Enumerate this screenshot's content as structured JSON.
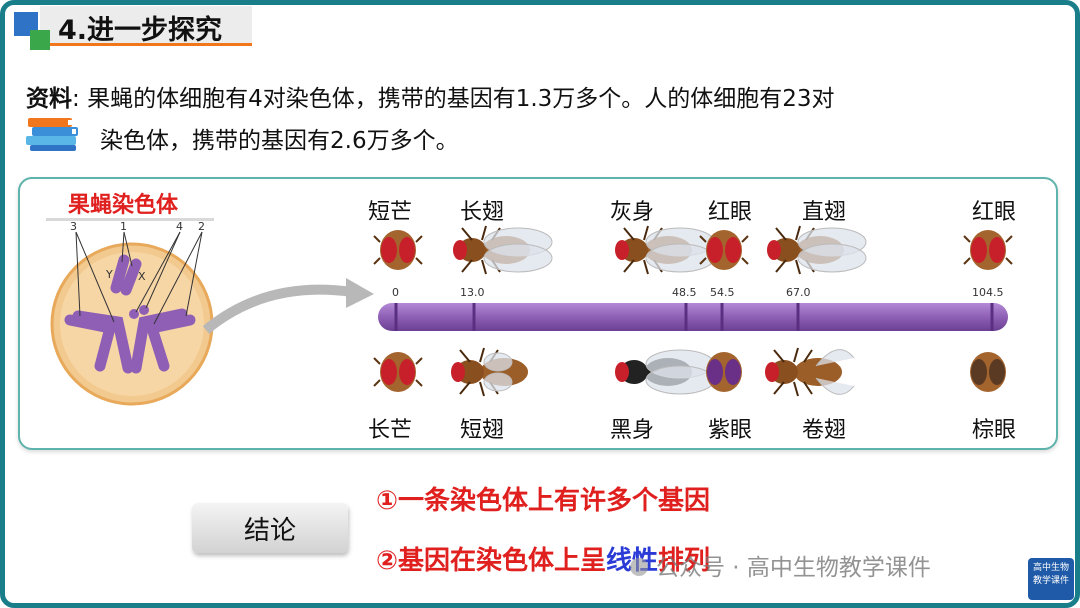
{
  "header": {
    "title": "4.进一步探究"
  },
  "material": {
    "label": "资料",
    "line1": "果蝇的体细胞有4对染色体，携带的基因有1.3万多个。人的体细胞有23对",
    "line2": "染色体，携带的基因有2.6万多个。"
  },
  "figure": {
    "cell_title": "果蝇染色体",
    "cell_markers": [
      "3",
      "1",
      "4",
      "2",
      "Y",
      "X"
    ],
    "top_genes": [
      "短芒",
      "长翅",
      "灰身",
      "红眼",
      "直翅",
      "红眼"
    ],
    "bottom_genes": [
      "长芒",
      "短翅",
      "黑身",
      "紫眼",
      "卷翅",
      "棕眼"
    ],
    "positions": [
      "0",
      "13.0",
      "48.5",
      "54.5",
      "67.0",
      "104.5"
    ]
  },
  "conclusion": {
    "label": "结论",
    "item1": "①一条染色体上有许多个基因",
    "item2_pre": "②基因在染色体上呈",
    "item2_blue": "线性",
    "item2_post": "排列"
  },
  "watermark": {
    "text": "公众号 · 高中生物教学课件",
    "logo_line1": "高中生物",
    "logo_line2": "教学课件"
  },
  "colors": {
    "border": "#1a7d8a",
    "accent_red": "#e0201e",
    "accent_blue": "#2b3bd6",
    "chromosome": "#8e5fb5"
  }
}
